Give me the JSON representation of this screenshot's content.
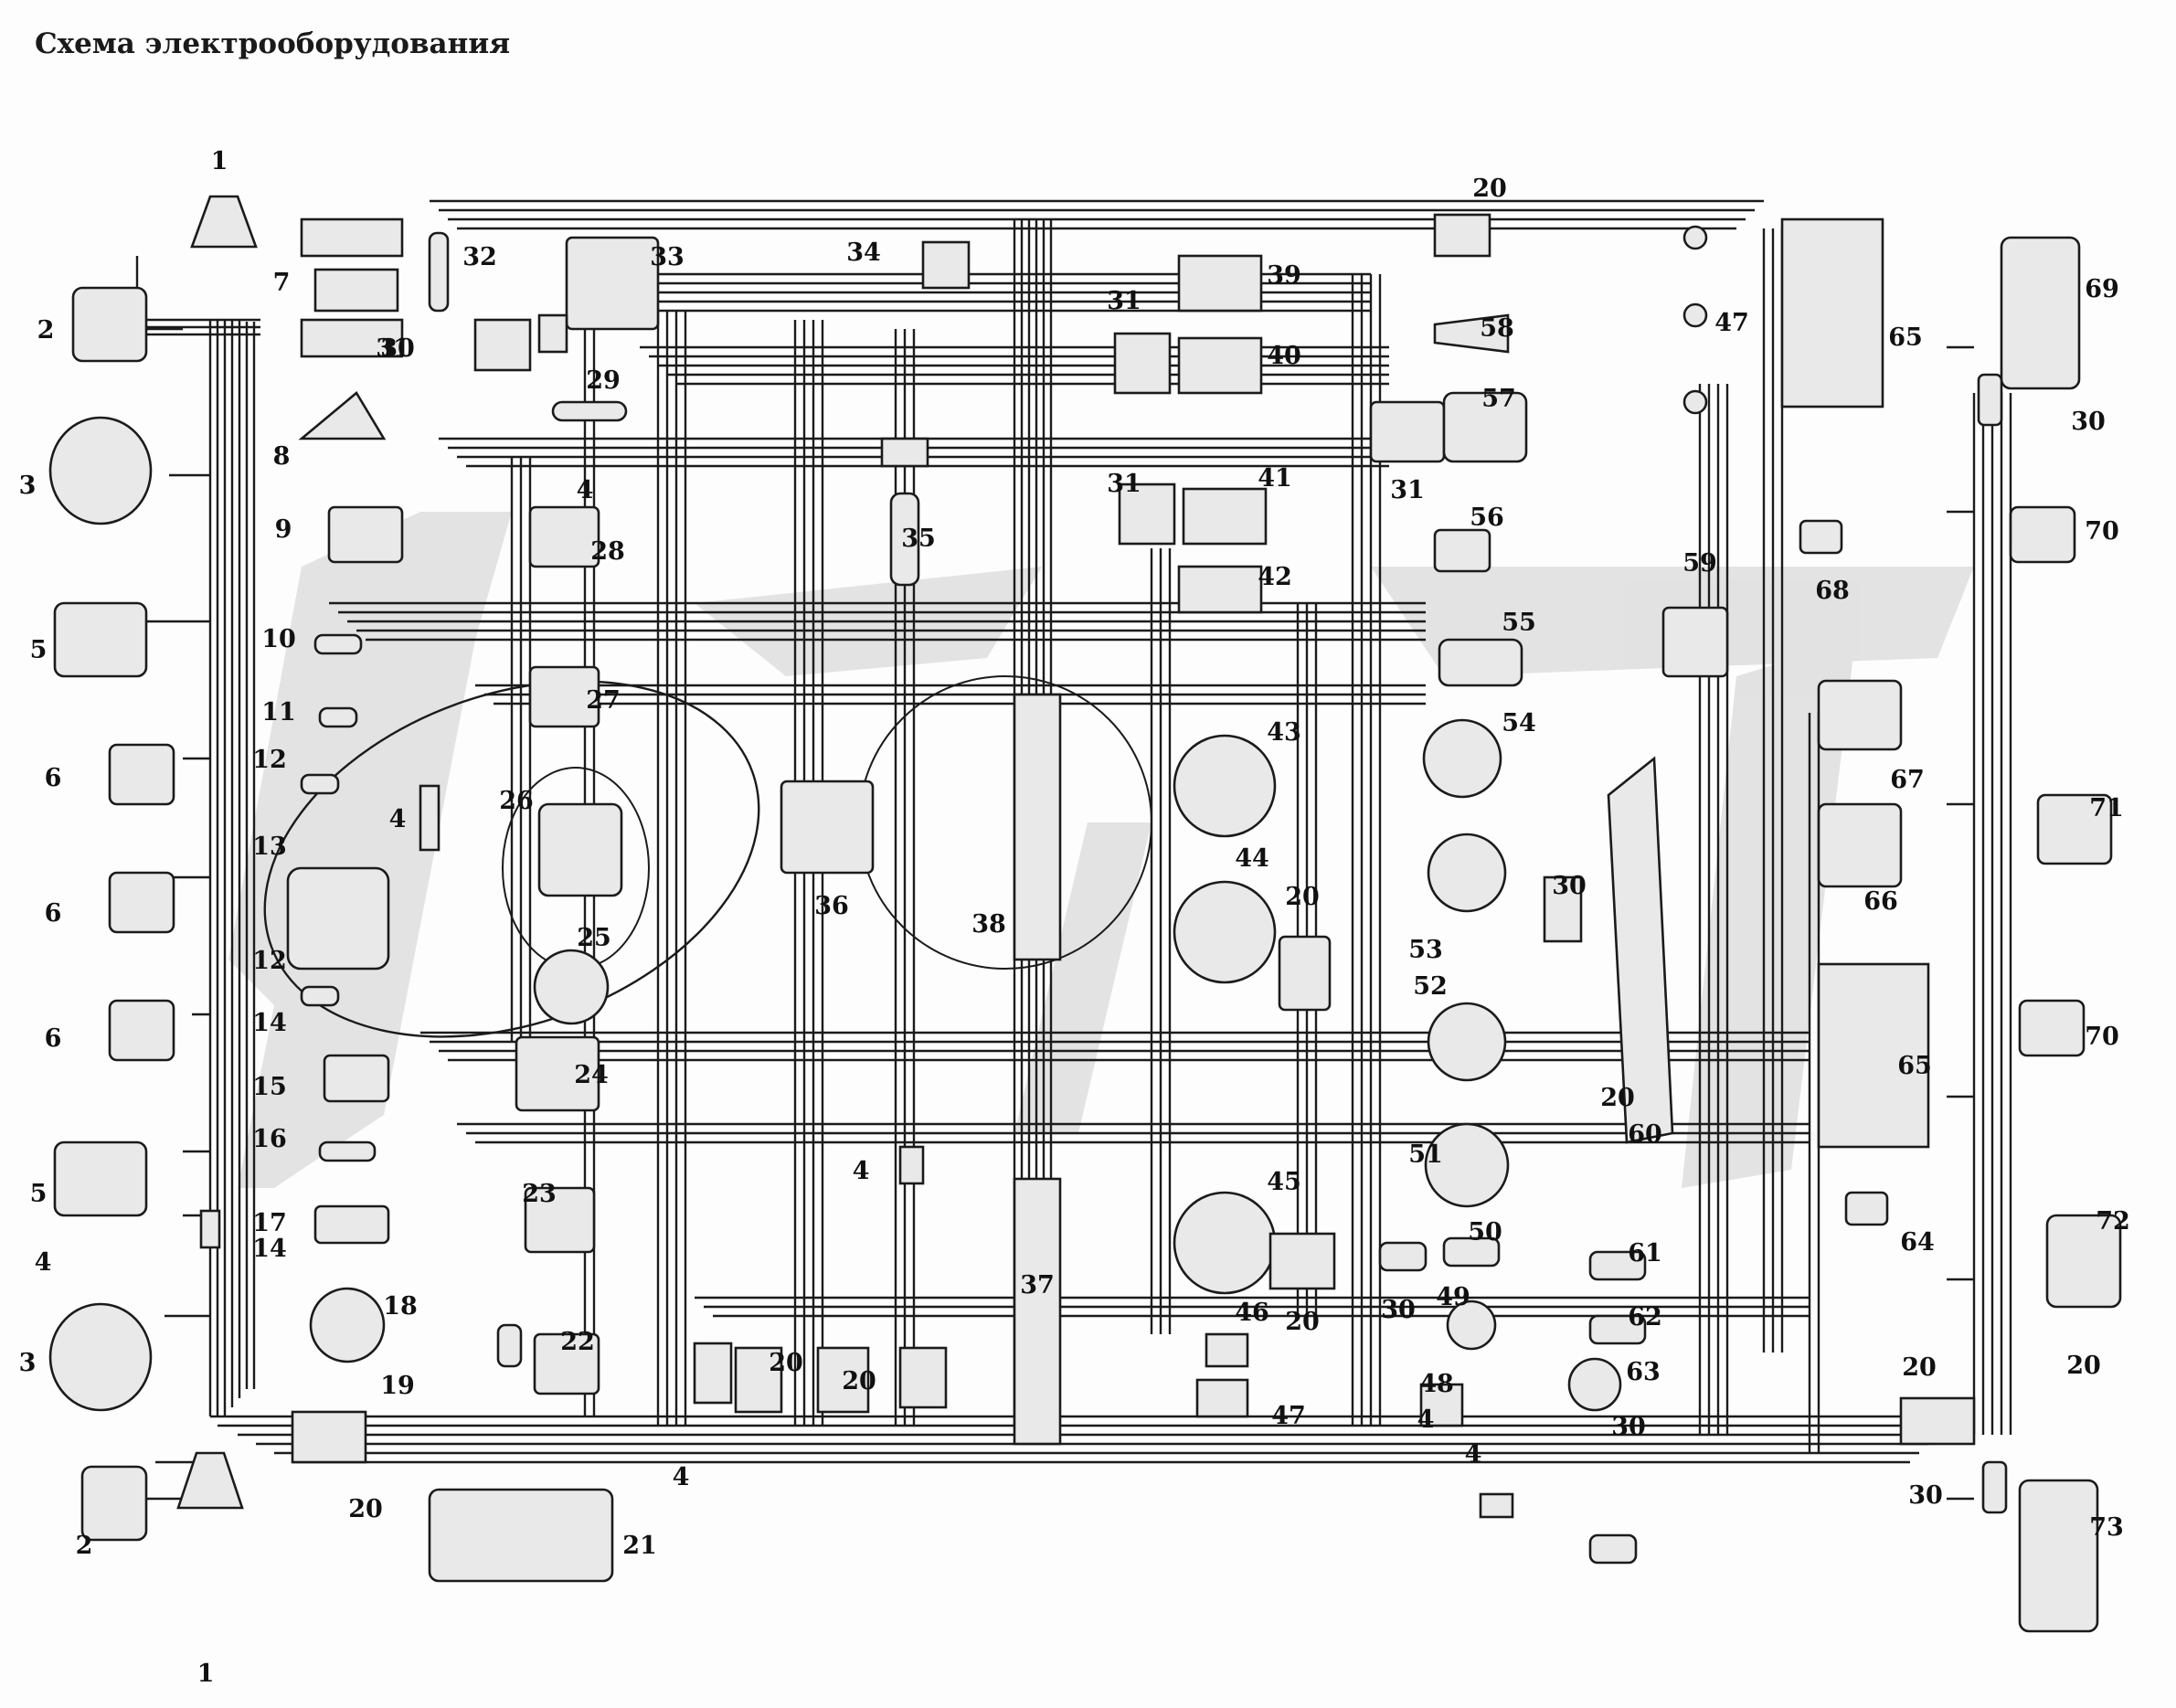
{
  "title": "Схема электрооборудования",
  "colors": {
    "ink": "#1b1b1b",
    "watermark": "#d9d9d9",
    "component_fill": "#e9e9e9",
    "background": "#fdfdfd"
  },
  "component_numbers": [
    "1",
    "2",
    "3",
    "4",
    "5",
    "6",
    "7",
    "8",
    "9",
    "10",
    "11",
    "12",
    "13",
    "14",
    "15",
    "16",
    "17",
    "18",
    "19",
    "20",
    "21",
    "22",
    "23",
    "24",
    "25",
    "26",
    "27",
    "28",
    "29",
    "30",
    "31",
    "32",
    "33",
    "34",
    "35",
    "36",
    "37",
    "38",
    "39",
    "40",
    "41",
    "42",
    "43",
    "44",
    "45",
    "46",
    "47",
    "48",
    "49",
    "50",
    "51",
    "52",
    "53",
    "54",
    "55",
    "56",
    "57",
    "58",
    "59",
    "60",
    "61",
    "62",
    "63",
    "64",
    "65",
    "66",
    "67",
    "68",
    "69",
    "70",
    "71",
    "72",
    "73"
  ]
}
